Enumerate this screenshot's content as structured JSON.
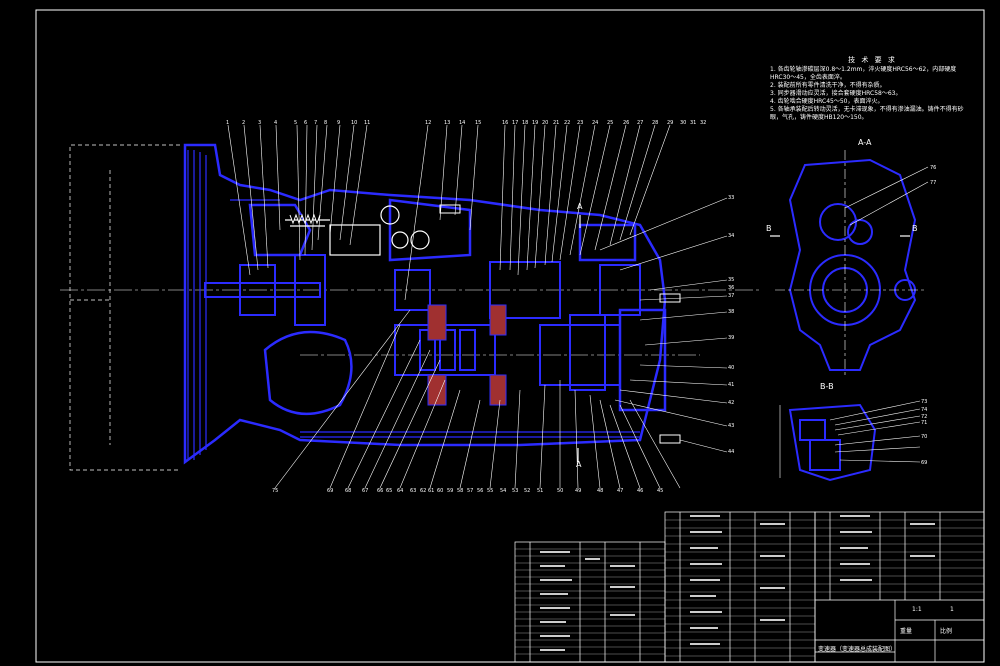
{
  "drawing": {
    "type": "gearbox assembly drawing",
    "colors": {
      "background": "#000000",
      "lines": "#2b2bff",
      "frame": "#ffffff",
      "section": "#c04040"
    }
  },
  "notes": {
    "title": "技 术 要 求",
    "items": [
      "1. 各齿轮轴渗碳层深0.8～1.2mm，淬火硬度HRC56～62，内部硬度HRC30～45，全齿表面淬。",
      "2. 装配前所有零件清洗干净，不得有杂质。",
      "3. 同步器滑动应灵活，接合套硬度HRC58～63。",
      "4. 齿轮啮合硬度HRC45～50，表面淬火。",
      "5. 各轴承装配后转动灵活，无卡滞现象，不得有渗油漏油。铸件不得有砂眼，气孔，铸件硬度HB120～150。"
    ]
  },
  "views": {
    "aa": "A-A",
    "bb": "B-B",
    "b_left": "B",
    "b_right": "B",
    "a_top": "A",
    "a_bottom": "A"
  },
  "balloons": {
    "top": [
      "1",
      "2",
      "3",
      "4",
      "5",
      "6",
      "7",
      "8",
      "9",
      "10",
      "11",
      "12",
      "13",
      "14",
      "15",
      "16",
      "17",
      "18",
      "19",
      "20",
      "21",
      "22",
      "23",
      "24",
      "25",
      "26",
      "27",
      "28",
      "29",
      "30",
      "31",
      "32"
    ],
    "right": [
      "33",
      "34",
      "35",
      "36",
      "37",
      "38",
      "39",
      "40",
      "41",
      "42",
      "43",
      "44"
    ],
    "bottom": [
      "75",
      "69",
      "68",
      "67",
      "66",
      "65",
      "64",
      "63",
      "62",
      "61",
      "60",
      "59",
      "58",
      "57",
      "56",
      "55",
      "54",
      "53",
      "52",
      "51",
      "50",
      "49",
      "48",
      "47",
      "46",
      "45"
    ],
    "aa": [
      "76",
      "77"
    ],
    "bb": [
      "73",
      "74",
      "72",
      "71",
      "70",
      "69"
    ]
  },
  "titleblock": {
    "name": "变速器（变速器总成装配图）",
    "scale": "1:1",
    "sheet": "1",
    "weight": "重量",
    "material": "比例"
  }
}
